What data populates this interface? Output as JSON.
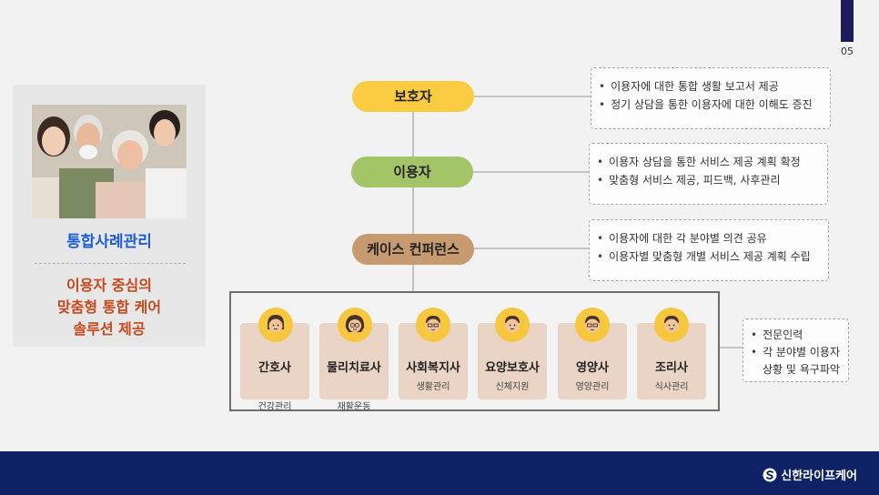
{
  "page": {
    "number": "05"
  },
  "left_panel": {
    "title": "통합사례관리",
    "subtitle_lines": [
      "이용자 중심의",
      "맞춤형 통합 케어",
      "솔루션 제공"
    ]
  },
  "flow": {
    "guardian": {
      "label": "보호자",
      "notes": [
        "이용자에 대한 통합 생활 보고서 제공",
        "정기 상담을 통한 이용자에 대한 이해도 증진"
      ]
    },
    "user": {
      "label": "이용자",
      "notes": [
        "이용자 상담을 통한 서비스 제공 계획 확정",
        "맞춤형 서비스 제공, 피드백, 사후관리"
      ]
    },
    "case": {
      "label": "케이스 컨퍼런스",
      "notes": [
        "이용자에 대한 각 분야별 의견 공유",
        "이용자별 맞춤형 개별 서비스 제공 계획 수립"
      ]
    }
  },
  "team": {
    "notes": [
      "전문인력",
      "각 분야별 이용자",
      "상황 및 욕구파악"
    ],
    "roles": [
      {
        "name": "간호사",
        "sub": "건강관리"
      },
      {
        "name": "물리치료사",
        "sub": "재활운동"
      },
      {
        "name": "사회복지사",
        "sub": "생활관리"
      },
      {
        "name": "요양보호사",
        "sub": "신체지원"
      },
      {
        "name": "영양사",
        "sub": "영양관리"
      },
      {
        "name": "조리사",
        "sub": "식사관리"
      }
    ]
  },
  "footer": {
    "brand": "신한라이프케어"
  },
  "colors": {
    "guardian": "#fbcb41",
    "user": "#a3c567",
    "case": "#c79a6f",
    "role_card": "#e9d4c5",
    "face": "#f7c73f",
    "footer": "#0f2266",
    "title_blue": "#1c5fd6",
    "subtitle_orange": "#c8481c"
  }
}
